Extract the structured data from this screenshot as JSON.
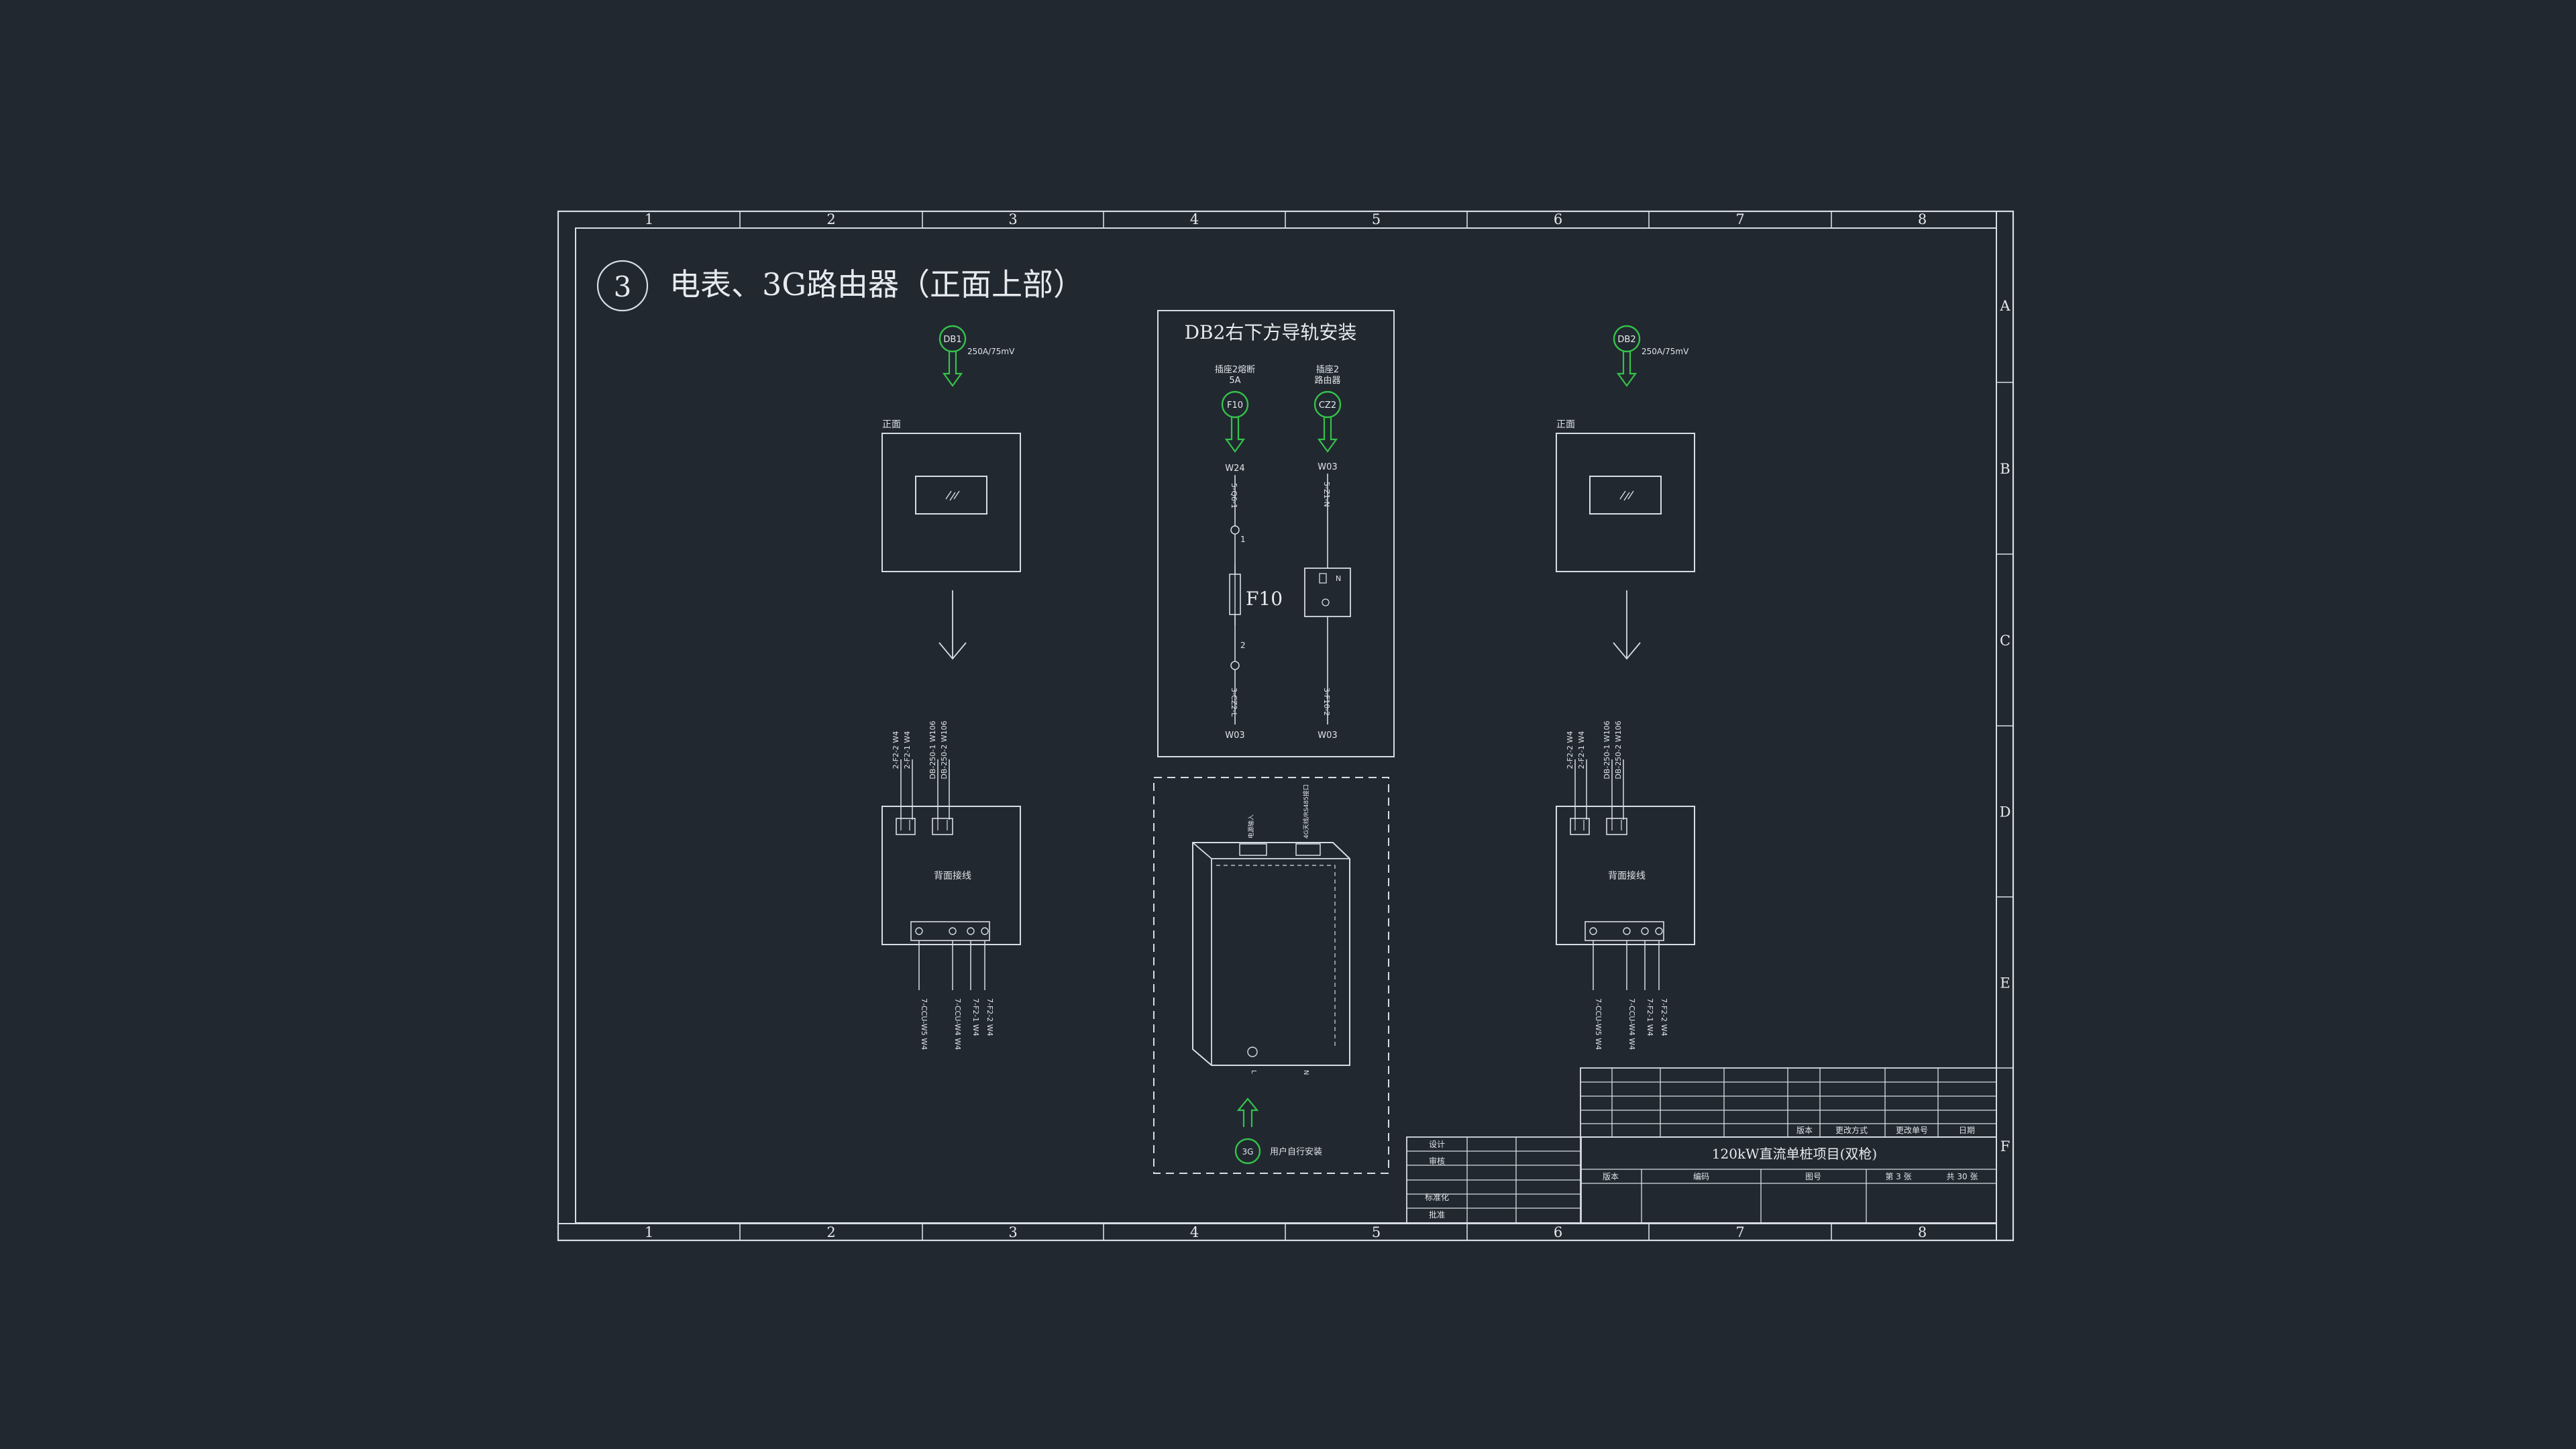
{
  "drawing": {
    "col_numbers": [
      "1",
      "2",
      "3",
      "4",
      "5",
      "6",
      "7",
      "8"
    ],
    "row_letters": [
      "A",
      "B",
      "C",
      "D",
      "E",
      "F"
    ],
    "section_number": "3",
    "section_title": "电表、3G路由器（正面上部）"
  },
  "left_meter": {
    "tag": "DB1",
    "rating": "250A/75mV",
    "front_label": "正面",
    "back_label": "背面接线",
    "top_wire_labels": [
      "2-F2-2 W4",
      "2-F2-1 W4",
      "DB-250-1 W106",
      "DB-250-2 W106"
    ],
    "bottom_wire_labels": [
      "7-CCU-W5 W4",
      "7-CCU-W4 W4",
      "7-F2-1 W4",
      "7-F2-2 W4"
    ]
  },
  "right_meter": {
    "tag": "DB2",
    "rating": "250A/75mV",
    "front_label": "正面",
    "back_label": "背面接线",
    "top_wire_labels": [
      "2-F2-2 W4",
      "2-F2-1 W4",
      "DB-250-1 W106",
      "DB-250-2 W106"
    ],
    "bottom_wire_labels": [
      "7-CCU-W5 W4",
      "7-CCU-W4 W4",
      "7-F2-1 W4",
      "7-F2-2 W4"
    ]
  },
  "db2_panel": {
    "title": "DB2右下方导轨安装",
    "left_branch": {
      "desc": "插座2熔断",
      "desc2": "5A",
      "tag": "F10",
      "wire_top": "W24",
      "wire_top_label": "5-Q6-1",
      "pin1": "1",
      "pin2": "2",
      "fuse_label": "F10",
      "wire_bottom_label": "3-CZ2-L",
      "wire_bottom": "W03"
    },
    "right_branch": {
      "desc": "插座2",
      "desc2": "路由器",
      "tag": "CZ2",
      "wire_top": "W03",
      "wire_top_label": "5-Z1-N",
      "wire_bottom_label": "3-F10-2",
      "wire_bottom": "W03"
    }
  },
  "router": {
    "top_label_left": "电源输入",
    "top_label_right": "4G天线/RS485接口",
    "bottom_label_left": "L",
    "bottom_label_right": "N",
    "tag": "3G",
    "install_note": "用户自行安装"
  },
  "title_block": {
    "rev_headers": [
      "版本",
      "更改方式",
      "更改单号",
      "日期"
    ],
    "roles": [
      "设计",
      "审核",
      "标准化",
      "批准"
    ],
    "project_title": "120kW直流单桩项目(双枪)",
    "row_labels": [
      "版本",
      "编码",
      "图号",
      "第 3 张",
      "共 30 张"
    ]
  }
}
